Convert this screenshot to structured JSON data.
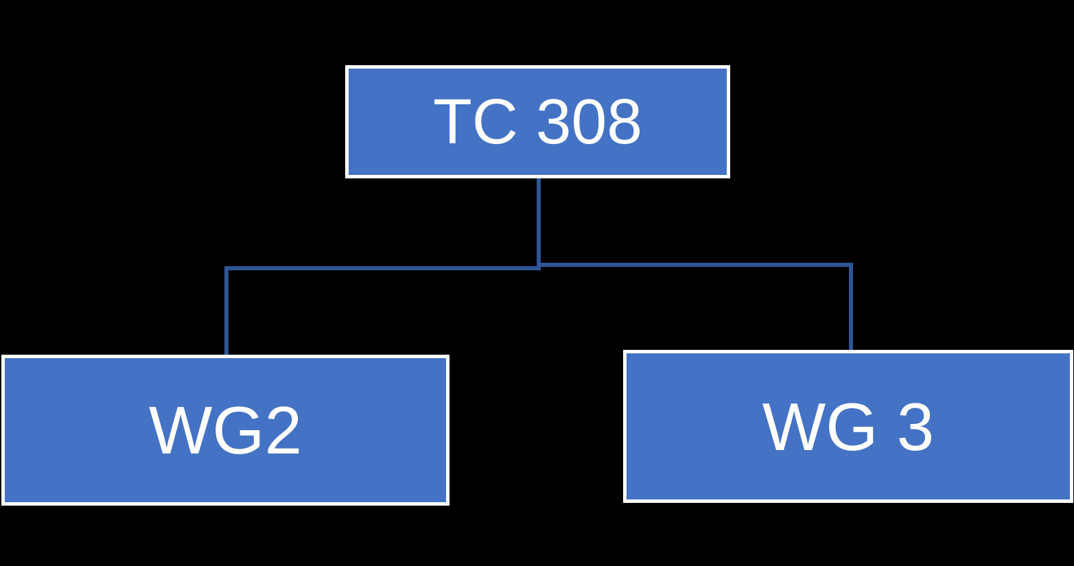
{
  "diagram": {
    "type": "org-chart",
    "background_color": "#000000",
    "node_fill_color": "#4472C4",
    "node_border_color": "#FFFFFF",
    "node_text_color": "#FFFFFF",
    "connector_color": "#2F5597",
    "nodes": [
      {
        "id": "tc308",
        "label": "TC 308",
        "role": "root"
      },
      {
        "id": "wg2",
        "label": "WG2",
        "role": "child"
      },
      {
        "id": "wg3",
        "label": "WG 3",
        "role": "child"
      }
    ],
    "edges": [
      {
        "from": "tc308",
        "to": "wg2"
      },
      {
        "from": "tc308",
        "to": "wg3"
      }
    ]
  }
}
